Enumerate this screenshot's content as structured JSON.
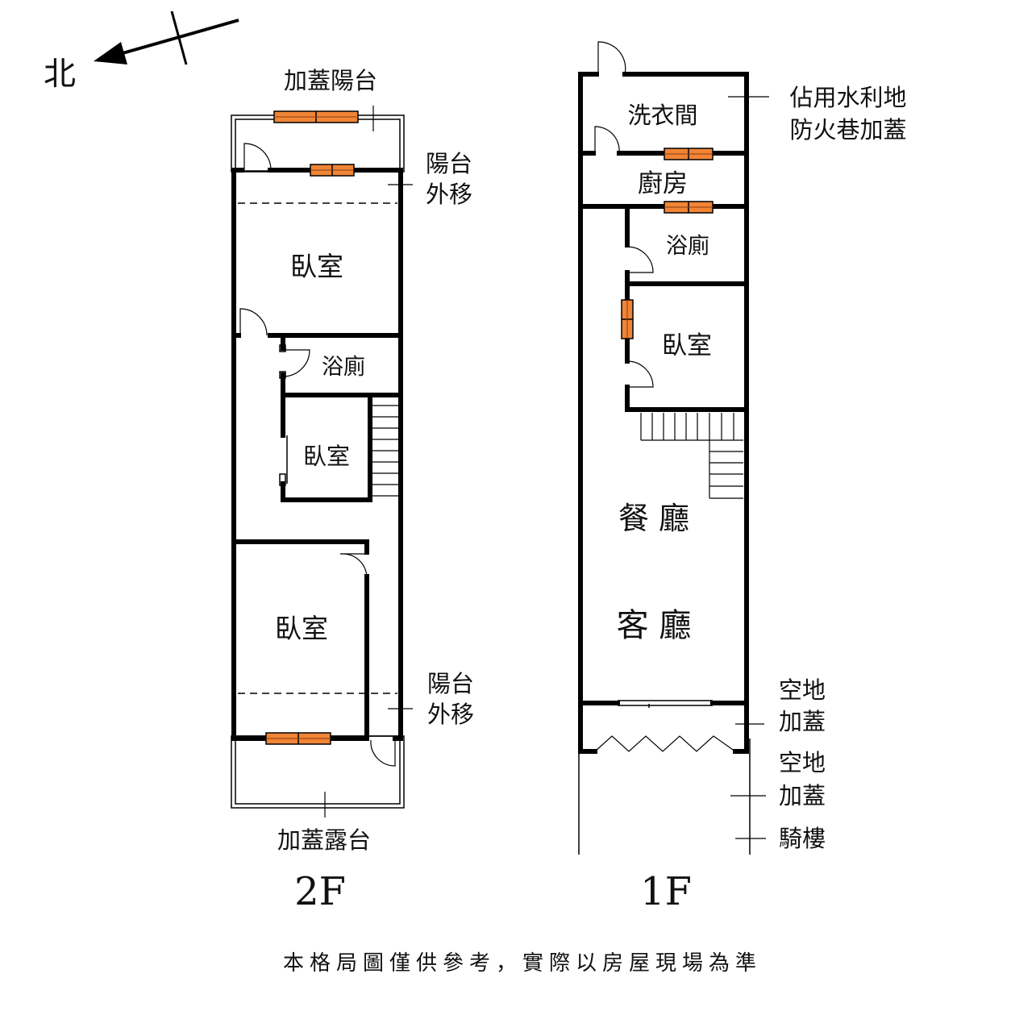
{
  "compass": {
    "label": "北"
  },
  "colors": {
    "window": "#f08536",
    "wall": "#000000",
    "background": "#ffffff"
  },
  "floor2": {
    "label": "2F",
    "rooms": [
      "臥室",
      "浴廁",
      "臥室",
      "臥室"
    ],
    "annotations": {
      "top_balcony": "加蓋陽台",
      "balcony_shift_top": [
        "陽台",
        "外移"
      ],
      "balcony_shift_bottom": [
        "陽台",
        "外移"
      ],
      "terrace": "加蓋露台"
    }
  },
  "floor1": {
    "label": "1F",
    "rooms": [
      "洗衣間",
      "廚房",
      "浴廁",
      "臥室",
      "餐 廳",
      "客 廳"
    ],
    "annotations": {
      "water_land": [
        "佔用水利地",
        "防火巷加蓋"
      ],
      "open_space_1": [
        "空地",
        "加蓋"
      ],
      "open_space_2": [
        "空地",
        "加蓋"
      ],
      "arcade": "騎樓"
    }
  },
  "disclaimer": "本格局圖僅供參考，實際以房屋現場為準"
}
